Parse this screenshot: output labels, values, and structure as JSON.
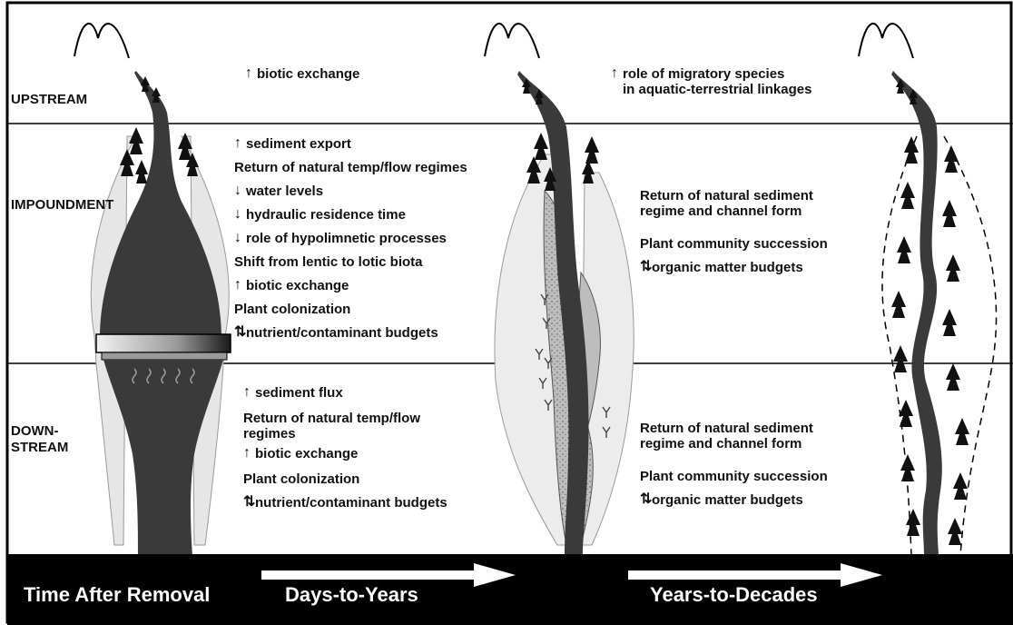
{
  "zones": {
    "upstream": "UPSTREAM",
    "impoundment": "IMPOUNDMENT",
    "downstream": "DOWN-\nSTREAM"
  },
  "days_to_years": {
    "upstream": [
      {
        "arrow": "up",
        "text": "biotic exchange"
      }
    ],
    "impoundment": [
      {
        "arrow": "up",
        "text": "sediment export"
      },
      {
        "arrow": "",
        "text": "Return of natural temp/flow regimes"
      },
      {
        "arrow": "down",
        "text": "water levels"
      },
      {
        "arrow": "down",
        "text": "hydraulic residence time"
      },
      {
        "arrow": "down",
        "text": "role of hypolimnetic processes"
      },
      {
        "arrow": "",
        "text": "Shift from lentic to lotic biota"
      },
      {
        "arrow": "up",
        "text": "biotic exchange"
      },
      {
        "arrow": "",
        "text": "Plant colonization"
      },
      {
        "arrow": "updown",
        "text": "nutrient/contaminant budgets"
      }
    ],
    "downstream": [
      {
        "arrow": "up",
        "text": "sediment flux"
      },
      {
        "arrow": "",
        "text": "Return of natural temp/flow\nregimes"
      },
      {
        "arrow": "up",
        "text": "biotic exchange"
      },
      {
        "arrow": "",
        "text": "Plant colonization"
      },
      {
        "arrow": "updown",
        "text": "nutrient/contaminant budgets"
      }
    ]
  },
  "years_to_decades": {
    "upstream": [
      {
        "arrow": "up",
        "text": "role of migratory species\nin aquatic-terrestrial linkages"
      }
    ],
    "impoundment": [
      {
        "arrow": "",
        "text": "Return of natural sediment\nregime and channel form"
      },
      {
        "arrow": "",
        "text": "Plant community succession"
      },
      {
        "arrow": "updown",
        "text": "organic matter budgets"
      }
    ],
    "downstream": [
      {
        "arrow": "",
        "text": "Return of natural sediment\nregime and channel form"
      },
      {
        "arrow": "",
        "text": "Plant community succession"
      },
      {
        "arrow": "updown",
        "text": "organic matter budgets"
      }
    ]
  },
  "timeline": {
    "start_label": "Time After Removal",
    "phase1_label": "Days-to-Years",
    "phase2_label": "Years-to-Decades"
  },
  "colors": {
    "river": "#3a3a3a",
    "background": "#ffffff",
    "bar": "#000000",
    "sediment": "#bdbdbd"
  }
}
